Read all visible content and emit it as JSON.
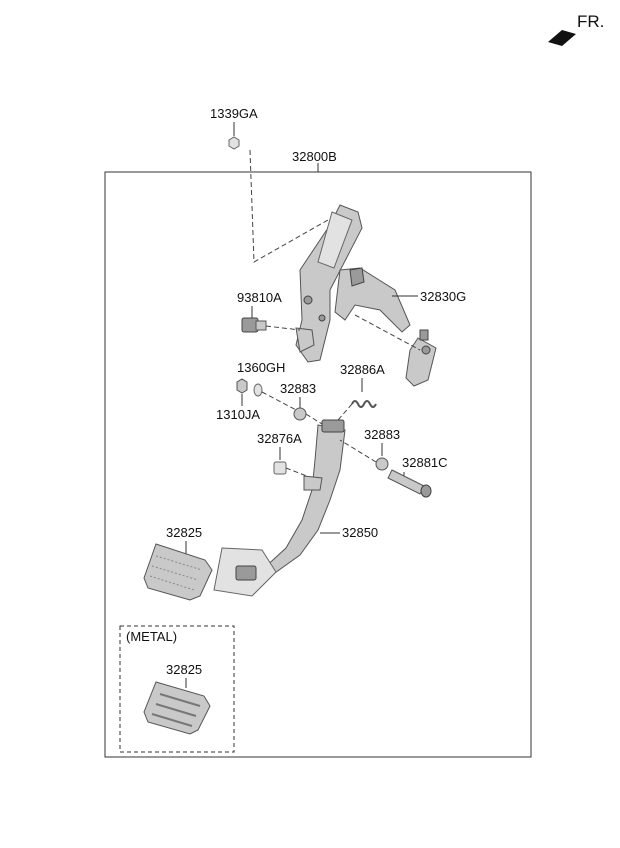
{
  "orientation": {
    "label": "FR."
  },
  "labels": {
    "nut_1339ga": "1339GA",
    "assembly_32800b": "32800B",
    "switch_93810a": "93810A",
    "sensor_32830g": "32830G",
    "washer_1360gh": "1360GH",
    "bushing_32883_upper": "32883",
    "spring_32886a": "32886A",
    "nut_1310ja": "1310JA",
    "stopper_32876a": "32876A",
    "bushing_32883_lower": "32883",
    "bolt_32881c": "32881C",
    "pad_32825": "32825",
    "arm_32850": "32850",
    "metal_option": "(METAL)",
    "pad_32825_metal": "32825"
  }
}
